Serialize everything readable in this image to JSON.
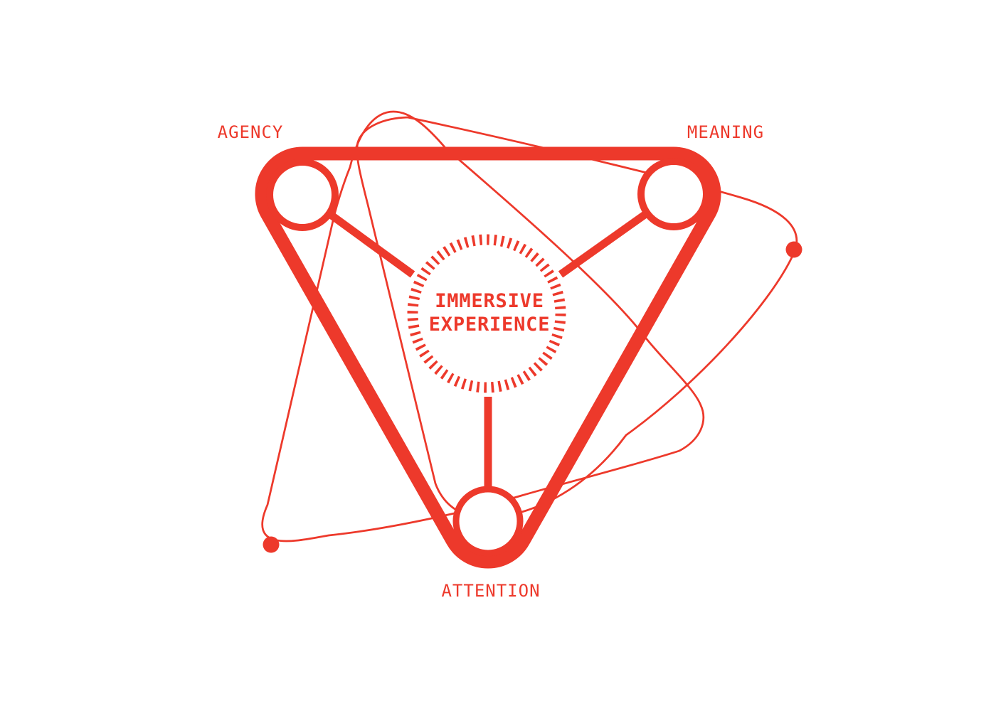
{
  "diagram": {
    "accent_color": "#ED392B",
    "background_color": "#ffffff",
    "center_label": {
      "line1": "IMMERSIVE",
      "line2": "EXPERIENCE"
    },
    "vertex_labels": {
      "top_left": "AGENCY",
      "top_right": "MEANING",
      "bottom": "ATTENTION"
    }
  }
}
